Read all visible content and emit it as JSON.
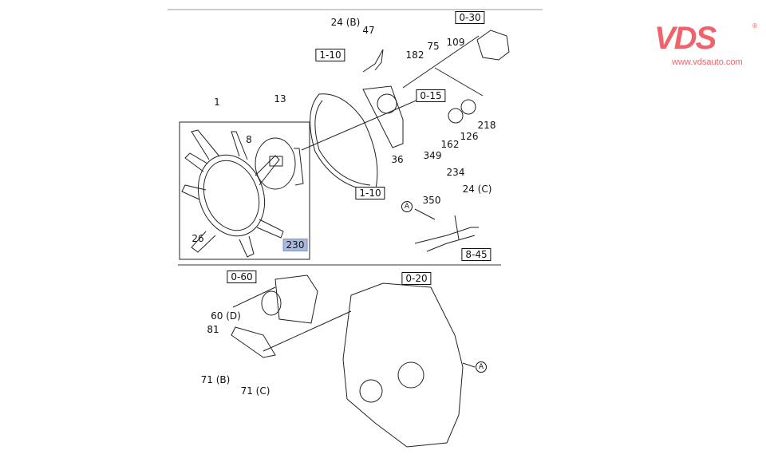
{
  "logo": {
    "brand": "VDS",
    "registered": "®",
    "url": "www.vdsauto.com",
    "color": "#f0636b"
  },
  "diagram": {
    "labels": {
      "p24b": "24 (B)",
      "p47": "47",
      "ref030": "0-30",
      "ref110a": "1-10",
      "p75": "75",
      "p109": "109",
      "p182": "182",
      "p13": "13",
      "p1": "1",
      "ref015": "0-15",
      "p8": "8",
      "p218": "218",
      "p126": "126",
      "p162": "162",
      "p349": "349",
      "p36": "36",
      "ref110b": "1-10",
      "p234": "234",
      "p24c": "24 (C)",
      "p350": "350",
      "markA1": "A",
      "p26": "26",
      "p230": "230",
      "ref845": "8-45",
      "ref060": "0-60",
      "ref020": "0-20",
      "p60d": "60 (D)",
      "p81": "81",
      "markA2": "A",
      "p71b": "71 (B)",
      "p71c": "71 (C)"
    },
    "highlight_color": "#a9b9de"
  }
}
